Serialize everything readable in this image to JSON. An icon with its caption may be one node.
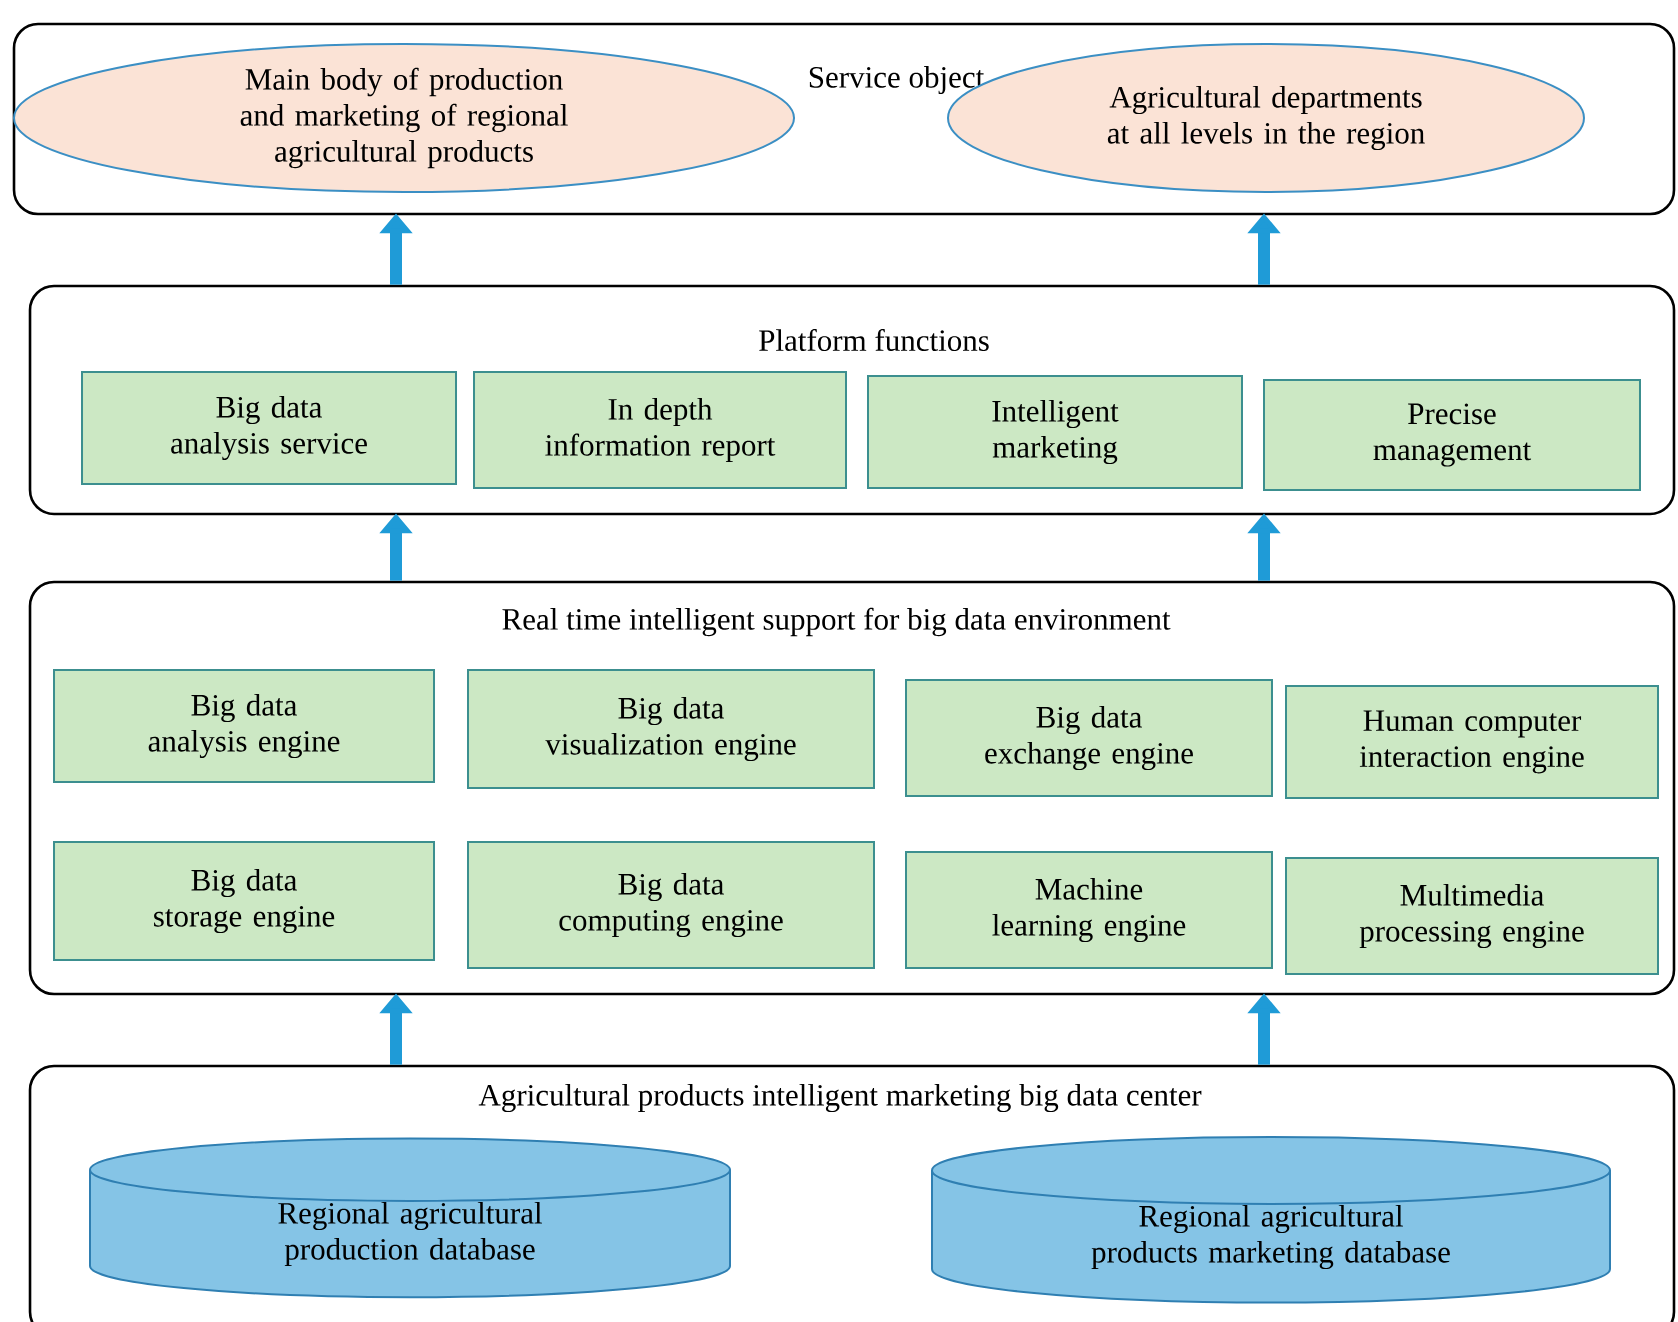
{
  "diagram": {
    "nodes": [
      {
        "text": [
          "Service object"
        ]
      },
      {
        "text": [
          "Main body of production and marketing of regional agricultural products"
        ],
        "in": 0
      },
      {
        "text": [
          "Agricultural departments at all levels in the region"
        ],
        "in": 0
      },
      {
        "text": [
          "Platform functions"
        ]
      },
      {
        "text": [
          "Big data analysis service"
        ],
        "in": 3
      },
      {
        "text": [
          "In depth information report"
        ],
        "in": 3
      },
      {
        "text": [
          "Intelligent marketing"
        ],
        "in": 3
      },
      {
        "text": [
          "Precise management"
        ],
        "in": 3
      },
      {
        "text": [
          "Real time intelligent support for big data environment"
        ]
      },
      {
        "text": [
          "Big data analysis engine"
        ],
        "in": 8
      },
      {
        "text": [
          "Big data visualization engine"
        ],
        "in": 8
      },
      {
        "text": [
          "Big data exchange engine"
        ],
        "in": 8
      },
      {
        "text": [
          "Human computer interaction engine"
        ],
        "in": 8
      },
      {
        "text": [
          "Big data storage engine"
        ],
        "in": 8
      },
      {
        "text": [
          "Big data computing engine"
        ],
        "in": 8
      },
      {
        "text": [
          "Machine learning engine"
        ],
        "in": 8
      },
      {
        "text": [
          "Multimedia processing engine"
        ],
        "in": 8
      },
      {
        "text": [
          "Agricultural products intelligent marketing big data center"
        ]
      },
      {
        "text": [
          "Regional agricultural production database"
        ],
        "in": 17
      },
      {
        "text": [
          "Regional agricultural products marketing database"
        ],
        "in": 17
      }
    ],
    "edges": [
      {
        "from": 3,
        "to": 0,
        "arrow": "to"
      },
      {
        "from": 3,
        "to": 0,
        "arrow": "to"
      },
      {
        "from": 8,
        "to": 3,
        "arrow": "to"
      },
      {
        "from": 8,
        "to": 3,
        "arrow": "to"
      },
      {
        "from": 17,
        "to": 8,
        "arrow": "to"
      },
      {
        "from": 17,
        "to": 8,
        "arrow": "to"
      }
    ]
  }
}
